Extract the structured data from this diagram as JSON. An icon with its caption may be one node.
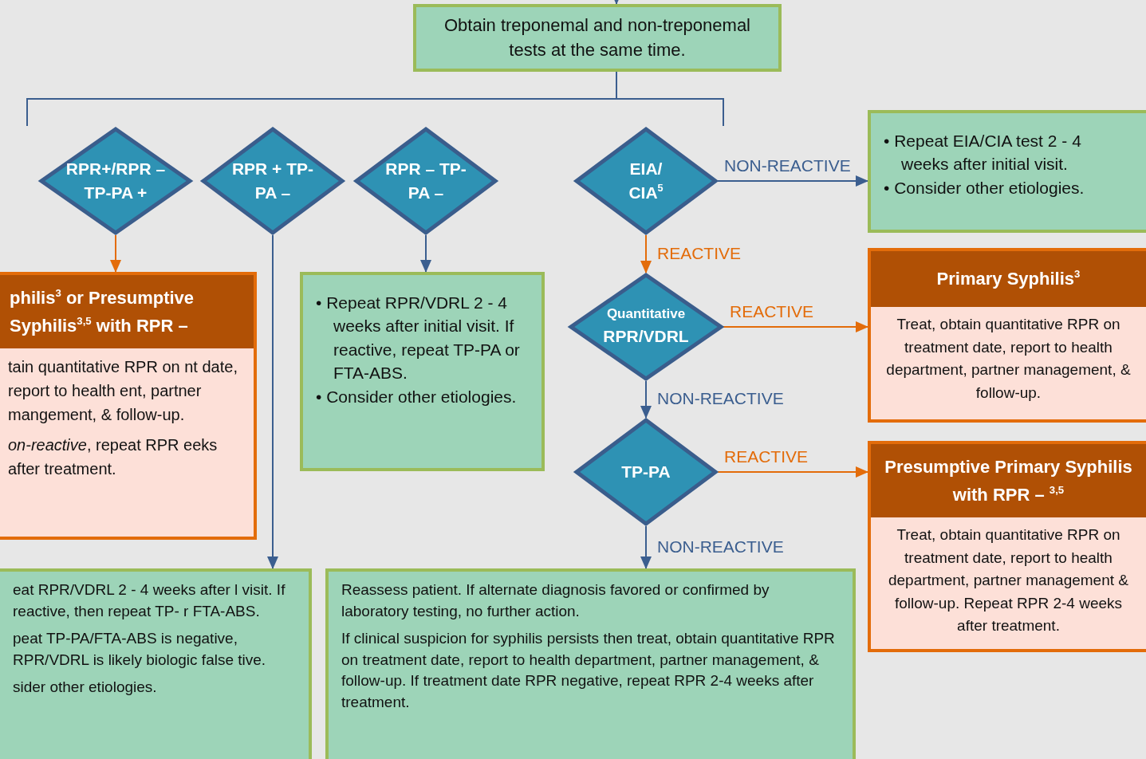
{
  "diagram": {
    "nodes": [
      {
        "text": [
          "Obtain treponemal and non-treponemal tests at the same time."
        ]
      },
      {
        "text": [
          "RPR+/RPR – TP-PA +"
        ]
      },
      {
        "text": [
          "RPR + TP-PA –"
        ]
      },
      {
        "text": [
          "RPR – TP-PA –"
        ]
      },
      {
        "text": [
          "EIA/ CIA$^{5}$"
        ]
      },
      {
        "text": [
          "• Repeat EIA/CIA test 2 - 4 weeks after initial visit.",
          "• Consider other etiologies."
        ]
      },
      {
        "text": [
          "philis$^{3}$ or Presumptive Syphilis$^{3,5}$ with RPR –",
          "tain quantitative RPR on nt date, report to health ent, partner mangement, & follow-up.",
          "*on-reactive*, repeat RPR eeks after treatment."
        ]
      },
      {
        "text": [
          "• Repeat RPR/VDRL 2 - 4 weeks after initial visit. If reactive, repeat TP-PA or FTA-ABS.",
          "• Consider other etiologies."
        ]
      },
      {
        "text": [
          "Quantitative",
          "RPR/VDRL"
        ]
      },
      {
        "text": [
          "Primary Syphilis$^{3}$",
          "Treat, obtain quantitative RPR on treatment date, report to health department, partner management, & follow-up."
        ]
      },
      {
        "text": [
          "TP-PA"
        ]
      },
      {
        "text": [
          "Presumptive Primary Syphilis with RPR – $^{3,5}$",
          "Treat, obtain quantitative RPR on treatment date, report to health department, partner management & follow-up. Repeat RPR 2-4 weeks after treatment."
        ]
      },
      {
        "text": [
          "eat RPR/VDRL 2 - 4 weeks after l visit. If reactive, then repeat TP- r FTA-ABS.",
          "peat TP-PA/FTA-ABS is negative, RPR/VDRL is likely biologic false tive.",
          "sider other etiologies."
        ]
      },
      {
        "text": [
          "Reassess patient. If alternate diagnosis favored or confirmed by laboratory testing, no further action.",
          "If clinical suspicion for syphilis persists then treat, obtain quantitative RPR on treatment date, report to health department, partner management, & follow-up. If treatment date RPR negative, repeat RPR 2-4 weeks after treatment."
        ]
      }
    ],
    "edges": [
      {
        "from": null,
        "to": 0,
        "arrow": "to"
      },
      {
        "from": 1,
        "to": 6,
        "arrow": "to",
        "color": "#e36c0a"
      },
      {
        "from": 2,
        "to": 12,
        "arrow": "to"
      },
      {
        "from": 3,
        "to": 7,
        "arrow": "to"
      },
      {
        "from": 4,
        "to": 5,
        "arrow": "to",
        "label": "NON-REACTIVE"
      },
      {
        "from": 4,
        "to": 8,
        "arrow": "to",
        "label": "REACTIVE",
        "color": "#e36c0a"
      },
      {
        "from": 8,
        "to": 9,
        "arrow": "to",
        "label": "REACTIVE",
        "color": "#e36c0a"
      },
      {
        "from": 8,
        "to": 10,
        "arrow": "to",
        "label": "NON-REACTIVE"
      },
      {
        "from": 10,
        "to": 11,
        "arrow": "to",
        "label": "REACTIVE",
        "color": "#e36c0a"
      },
      {
        "from": 10,
        "to": 13,
        "arrow": "to",
        "label": "NON-REACTIVE"
      }
    ]
  }
}
